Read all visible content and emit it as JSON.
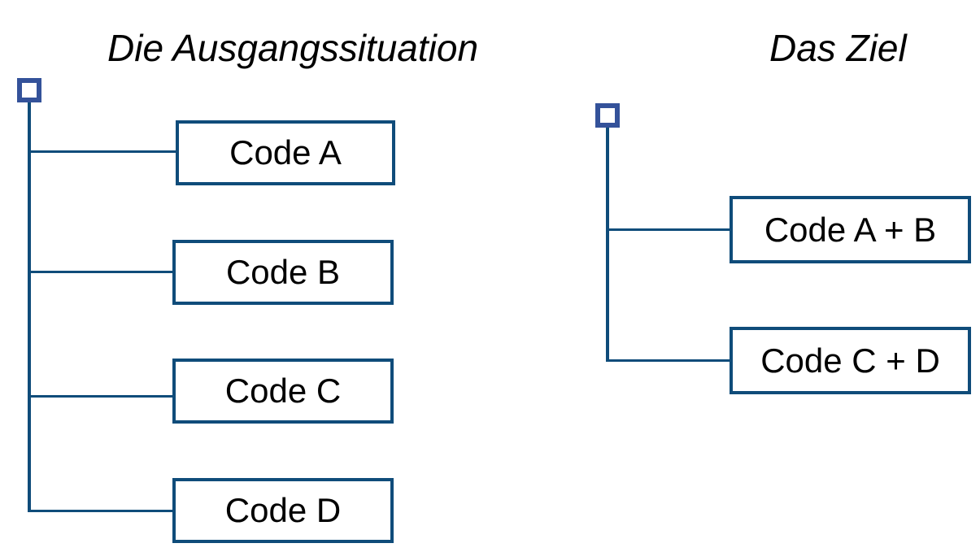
{
  "colors": {
    "accent": "#0f4c7a",
    "root": "#34529a",
    "text": "#000000"
  },
  "left": {
    "title": "Die Ausgangssituation",
    "codes": [
      "Code A",
      "Code B",
      "Code C",
      "Code D"
    ]
  },
  "right": {
    "title": "Das Ziel",
    "codes": [
      "Code A + B",
      "Code C + D"
    ]
  }
}
